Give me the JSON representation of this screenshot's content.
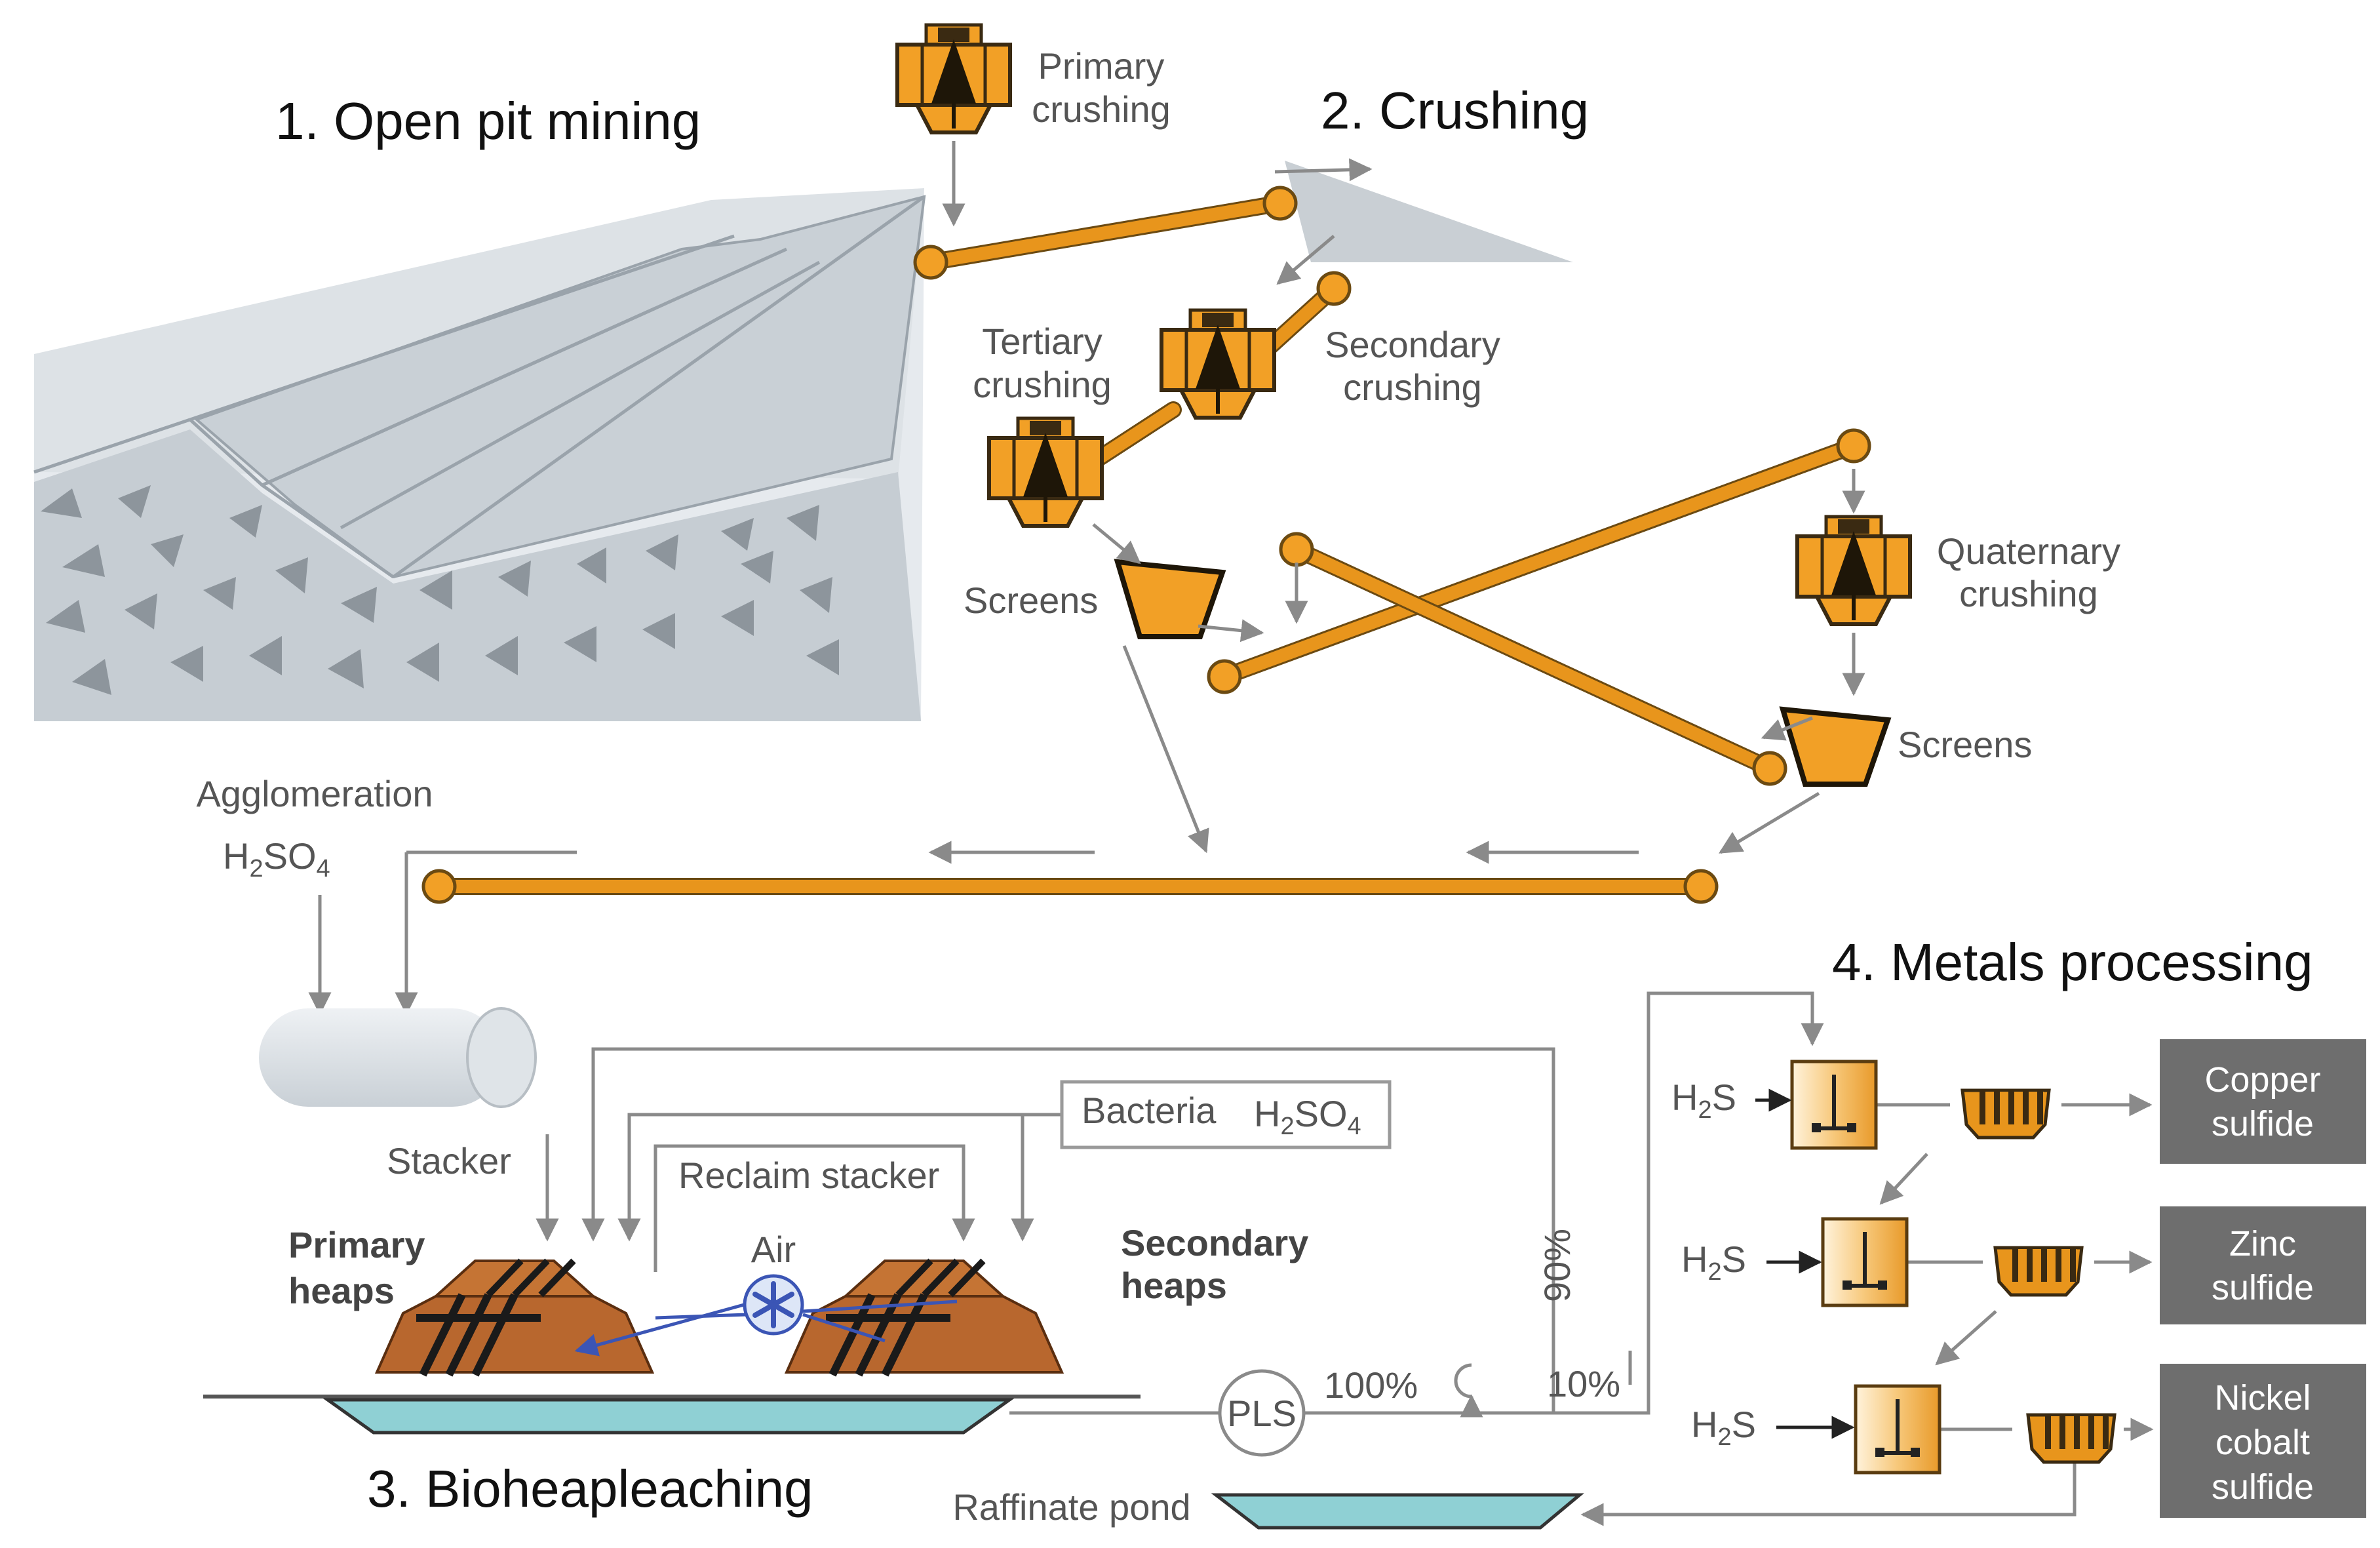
{
  "stages": {
    "mining": "1. Open pit mining",
    "crushing": "2. Crushing",
    "bioheap": "3. Bioheapleaching",
    "metals": "4. Metals processing"
  },
  "crushing": {
    "primary": [
      "Primary",
      "crushing"
    ],
    "secondary": [
      "Secondary",
      "crushing"
    ],
    "tertiary": [
      "Tertiary",
      "crushing"
    ],
    "quaternary": [
      "Quaternary",
      "crushing"
    ],
    "screens_1": "Screens",
    "screens_2": "Screens"
  },
  "agglomeration": {
    "label": "Agglomeration",
    "acid": {
      "main": "H",
      "sub1": "2",
      "mid": "SO",
      "sub2": "4"
    }
  },
  "heap": {
    "stacker": "Stacker",
    "reclaim_stacker": "Reclaim stacker",
    "bacteria": "Bacteria",
    "bacteria_acid": {
      "main": "H",
      "sub1": "2",
      "mid": "SO",
      "sub2": "4"
    },
    "air": "Air",
    "primary_heaps": [
      "Primary",
      "heaps"
    ],
    "secondary_heaps": [
      "Secondary",
      "heaps"
    ],
    "pls": "PLS",
    "pct_100": "100%",
    "pct_90": "90%",
    "pct_10": "10%",
    "raffinate_pond": "Raffinate pond"
  },
  "metals": {
    "h2s": {
      "main": "H",
      "sub": "2",
      "end": "S"
    },
    "products": [
      {
        "lines": [
          "Copper",
          "sulfide"
        ]
      },
      {
        "lines": [
          "Zinc",
          "sulfide"
        ]
      },
      {
        "lines": [
          "Nickel",
          "cobalt",
          "sulfide"
        ]
      }
    ]
  },
  "colors": {
    "belt": "#E8951C",
    "crusher": "#F2A026",
    "heap": "#B8672E",
    "pond": "#8FD0D4",
    "product_box": "#6E6E6E",
    "pit": "#D6DCE1",
    "flow_arrow": "#8A8A8A"
  }
}
